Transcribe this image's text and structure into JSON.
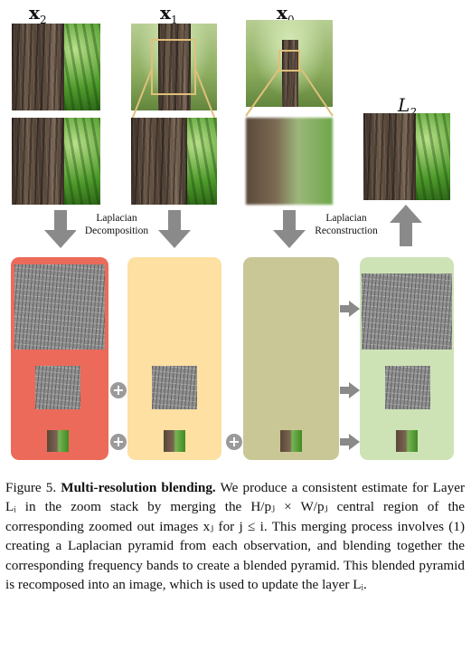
{
  "figure": {
    "col_labels": {
      "x2": "x",
      "x2_sub": "2",
      "x1": "x",
      "x1_sub": "1",
      "x0": "x",
      "x0_sub": "0",
      "l2": "L",
      "l2_sub": "2"
    },
    "arrow_labels": {
      "decomposition_line1": "Laplacian",
      "decomposition_line2": "Decomposition",
      "reconstruction_line1": "Laplacian",
      "reconstruction_line2": "Reconstruction"
    },
    "plus_sign": "+",
    "colors": {
      "panel_red": "#ec6a5a",
      "panel_peach": "#fde0a2",
      "panel_olive": "#c9c796",
      "panel_green": "#cde3b6",
      "arrow_gray": "#8a8a8a"
    }
  },
  "caption": {
    "figure_number": "Figure 5.",
    "title": "Multi-resolution blending.",
    "body": "We produce a consistent estimate for Layer Lᵢ in the zoom stack by merging the H/pⱼ × W/pⱼ central region of the corresponding zoomed out images xⱼ for j ≤ i. This merging process involves (1) creating a Laplacian pyramid from each observation, and blending together the corresponding frequency bands to create a blended pyramid. This blended pyramid is recomposed into an image, which is used to update the layer Lᵢ."
  }
}
